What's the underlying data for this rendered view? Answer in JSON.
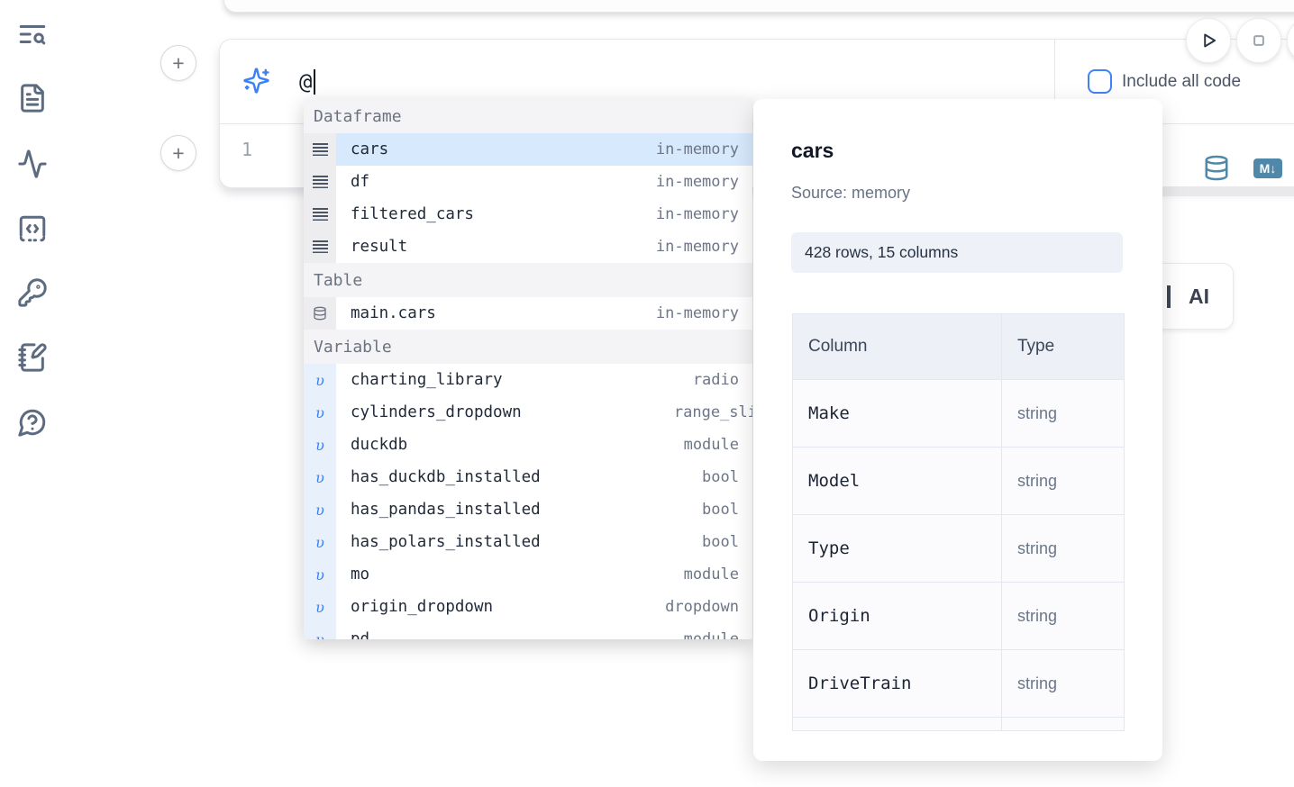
{
  "colors": {
    "accent_blue": "#3b82f6",
    "cell_action_blue": "#4f88a8",
    "selection_bg": "#d7e9fc"
  },
  "sidebar": {
    "icons": [
      "text-search",
      "file-text",
      "activity",
      "code-square",
      "key",
      "notebook-pen",
      "help-chat"
    ]
  },
  "run_controls": {
    "play": "play-icon",
    "stop": "stop-icon"
  },
  "prompt_cell": {
    "value": "@",
    "include_all_code_label": "Include all code",
    "line_number": "1"
  },
  "cell_actions": {
    "markdown_badge": "M↓"
  },
  "ai_button": {
    "label": "AI"
  },
  "autocomplete": {
    "sections": [
      {
        "label": "Dataframe",
        "items": [
          {
            "icon": "dataframe-icon",
            "name": "cars",
            "type": "in-memory",
            "selected": true
          },
          {
            "icon": "dataframe-icon",
            "name": "df",
            "type": "in-memory"
          },
          {
            "icon": "dataframe-icon",
            "name": "filtered_cars",
            "type": "in-memory"
          },
          {
            "icon": "dataframe-icon",
            "name": "result",
            "type": "in-memory"
          }
        ]
      },
      {
        "label": "Table",
        "items": [
          {
            "icon": "database-icon",
            "name": "main.cars",
            "type": "in-memory"
          }
        ]
      },
      {
        "label": "Variable",
        "items": [
          {
            "icon": "variable-icon",
            "name": "charting_library",
            "type": "radio"
          },
          {
            "icon": "variable-icon",
            "name": "cylinders_dropdown",
            "type": "range_sli",
            "flush": true
          },
          {
            "icon": "variable-icon",
            "name": "duckdb",
            "type": "module"
          },
          {
            "icon": "variable-icon",
            "name": "has_duckdb_installed",
            "type": "bool"
          },
          {
            "icon": "variable-icon",
            "name": "has_pandas_installed",
            "type": "bool"
          },
          {
            "icon": "variable-icon",
            "name": "has_polars_installed",
            "type": "bool"
          },
          {
            "icon": "variable-icon",
            "name": "mo",
            "type": "module"
          },
          {
            "icon": "variable-icon",
            "name": "origin_dropdown",
            "type": "dropdown"
          },
          {
            "icon": "variable-icon",
            "name": "pd",
            "type": "module",
            "partial": true
          }
        ]
      }
    ]
  },
  "preview": {
    "title": "cars",
    "source": "Source: memory",
    "shape_badge": "428 rows, 15 columns",
    "table": {
      "headers": [
        "Column",
        "Type"
      ],
      "rows": [
        {
          "column": "Make",
          "type": "string"
        },
        {
          "column": "Model",
          "type": "string"
        },
        {
          "column": "Type",
          "type": "string"
        },
        {
          "column": "Origin",
          "type": "string"
        },
        {
          "column": "DriveTrain",
          "type": "string"
        }
      ]
    }
  }
}
